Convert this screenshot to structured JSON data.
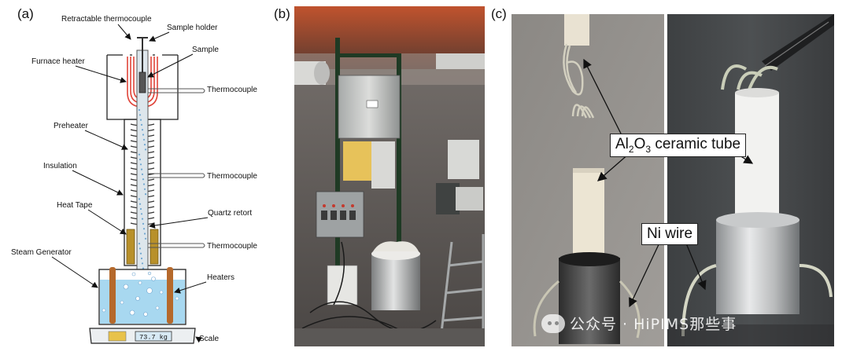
{
  "panels": {
    "a": {
      "label": "(a)",
      "callouts": {
        "retractable_thermocouple": "Retractable thermocouple",
        "sample_holder": "Sample holder",
        "sample": "Sample",
        "furnace_heater": "Furnace heater",
        "thermocouple_top": "Thermocouple",
        "preheater": "Preheater",
        "insulation": "Insulation",
        "thermocouple_mid": "Thermocouple",
        "heat_tape": "Heat Tape",
        "quartz_retort": "Quartz retort",
        "thermocouple_low": "Thermocouple",
        "steam_generator": "Steam Generator",
        "heaters": "Heaters",
        "scale": "Scale",
        "scale_reading": "73.7 kg"
      }
    },
    "b": {
      "label": "(b)"
    },
    "c": {
      "label": "(c)",
      "ceramic_tube_main": "Al",
      "ceramic_tube_sub1": "2",
      "ceramic_tube_mid": "O",
      "ceramic_tube_sub2": "3",
      "ceramic_tube_tail": " ceramic tube",
      "ni_wire": "Ni wire"
    }
  },
  "watermark": "公众号 · HiPIMS那些事",
  "colors": {
    "heater_coil": "#e0453a",
    "heat_tape": "#b8902a",
    "water": "#a8d8f0",
    "heater_rod": "#b5692c"
  }
}
